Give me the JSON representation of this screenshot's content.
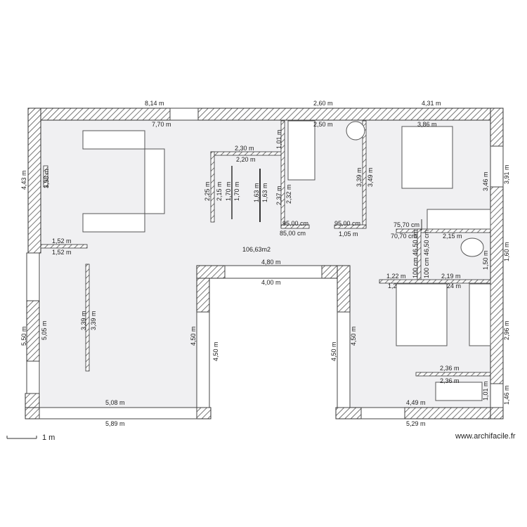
{
  "credit": "www.archifacile.fr",
  "scale_label": "1 m",
  "area_label": "106,63m2",
  "dimensions": [
    "8,14 m",
    "2,60 m",
    "4,31 m",
    "7,70 m",
    "2,50 m",
    "3,86 m",
    "4,43 m",
    "3,98 m",
    "2,30 m",
    "2,20 m",
    "1,01 m",
    "2,25 m",
    "2,15 m",
    "1,70 m",
    "1,70 m",
    "1,63 m",
    "1,63 m",
    "2,37 m",
    "2,32 m",
    "3,39 m",
    "3,49 m",
    "3,46 m",
    "3,91 m",
    "95,00 cm",
    "85,00 cm",
    "95,00 cm",
    "1,05 m",
    "75,70 cm",
    "70,70 cm",
    "2,15 m",
    "1,52 m",
    "1,52 m",
    "4,80 m",
    "4,00 m",
    "46,50 cm",
    "46,50 cm",
    "1,60 m",
    "1,50 m",
    "1,22 m",
    "1,2",
    "2,19 m",
    "24 m",
    "3,39 m",
    "3,39 m",
    "5,50 m",
    "5,05 m",
    "4,50 m",
    "4,50 m",
    "4,50 m",
    "4,50 m",
    "2,96 m",
    "2,36 m",
    "2,36 m",
    "1,01 m",
    "1,46 m",
    "5,08 m",
    "5,89 m",
    "4,49 m",
    "5,29 m",
    "100 cm",
    "100 cm"
  ]
}
